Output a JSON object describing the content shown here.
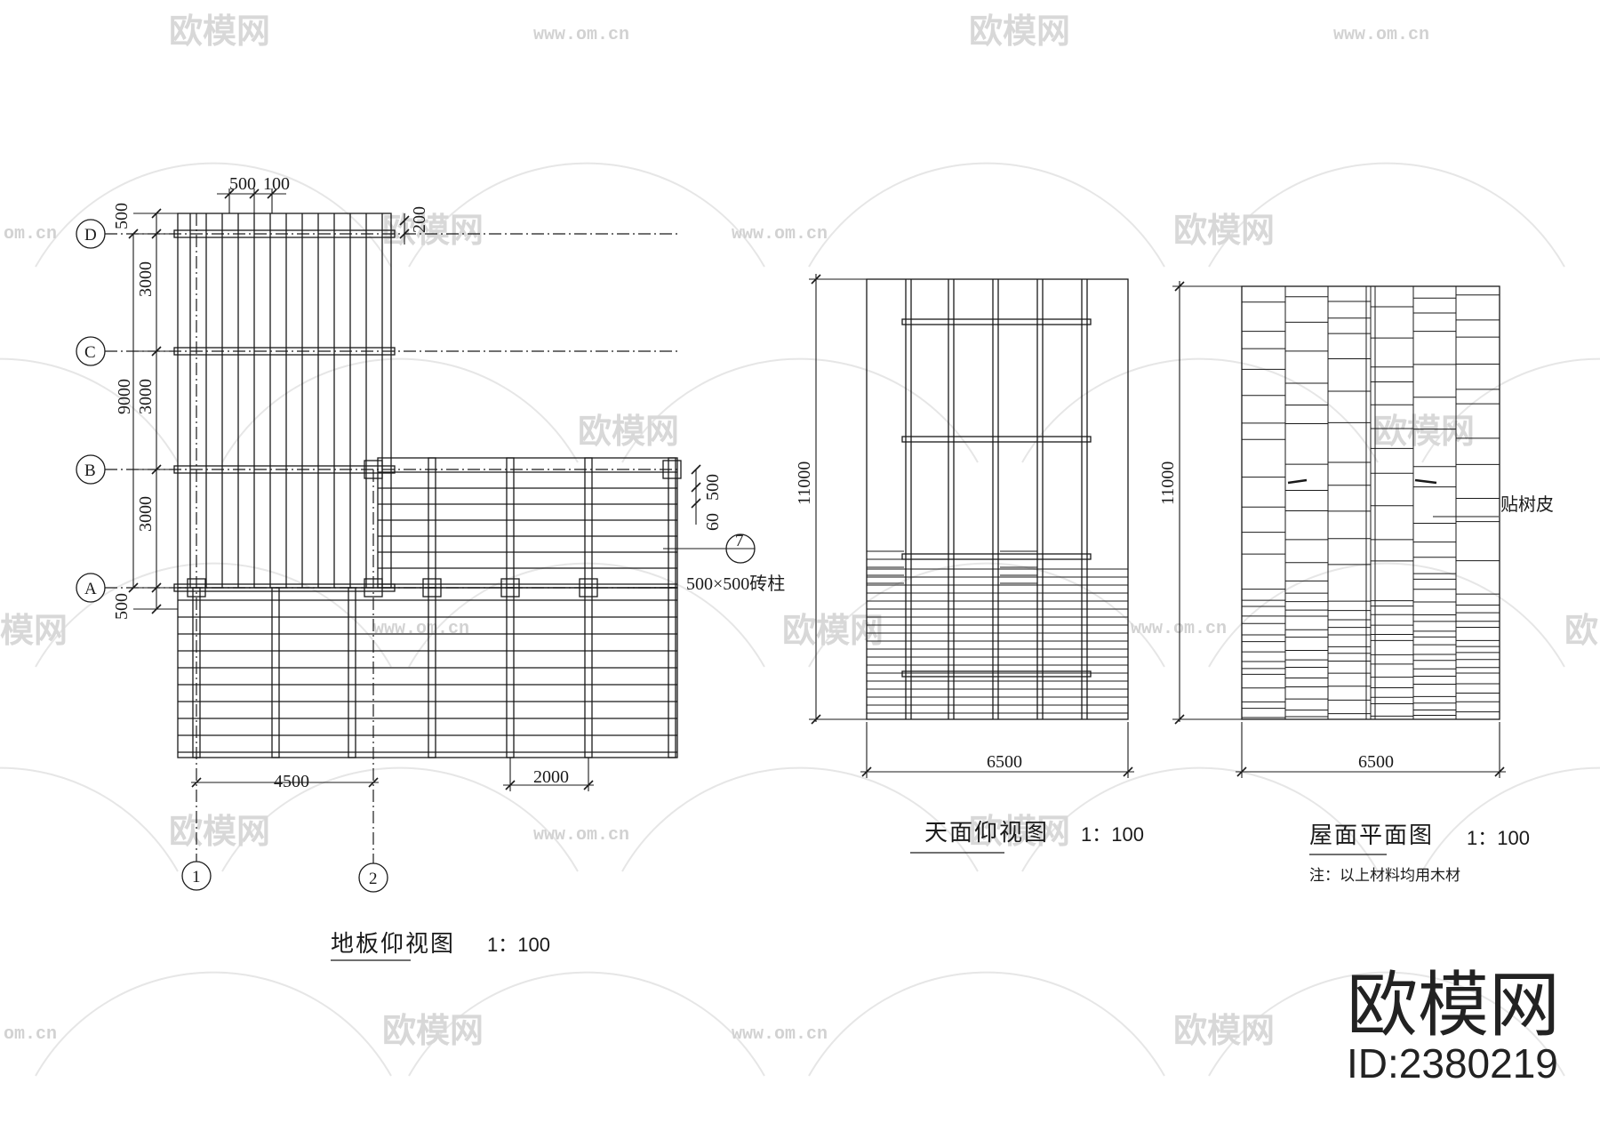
{
  "watermark": {
    "brand": "欧模网",
    "url": "www.om.cn",
    "url_short": "om.cn",
    "partial_left": "模网",
    "partial_right": "欧"
  },
  "floor_plan": {
    "title": "地板仰视图",
    "scale": "1：100",
    "axes_rows": [
      "D",
      "C",
      "B",
      "A"
    ],
    "axes_cols": [
      "1",
      "2"
    ],
    "detail_ref": "7",
    "dims": {
      "top_a": "500",
      "top_b": "100",
      "right_top": "200",
      "left_d": "500",
      "left_dc": "3000",
      "left_cb": "3000",
      "left_total": "9000",
      "left_ba": "3000",
      "left_a": "500",
      "bottom_12": "4500",
      "bottom_span": "2000",
      "right_a": "500",
      "right_b": "60"
    },
    "callout": "500×500砖柱"
  },
  "ceiling_plan": {
    "title": "天面仰视图",
    "scale": "1：100",
    "height": "11000",
    "width": "6500"
  },
  "roof_plan": {
    "title": "屋面平面图",
    "scale": "1：100",
    "height": "11000",
    "width": "6500",
    "label": "贴树皮",
    "note": "注：以上材料均用木材"
  },
  "brand_mark": {
    "name": "欧模网",
    "id": "ID:2380219"
  },
  "colors": {
    "line": "#1a1a1a",
    "watermark": "#d8d8d8"
  }
}
